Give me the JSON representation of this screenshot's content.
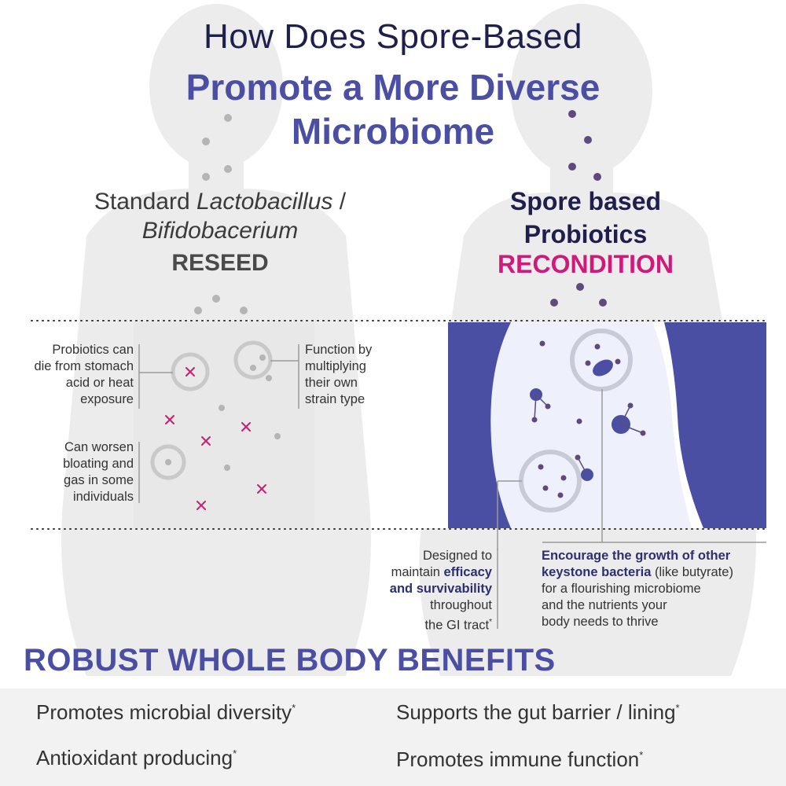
{
  "title": {
    "line1": "How Does Spore-Based",
    "line2": "Promote a More Diverse",
    "line3": "Microbiome"
  },
  "left": {
    "heading_line1": "Standard ",
    "heading_line1_italic": "Lactobacillus",
    "heading_line1_end": " /",
    "heading_line2": "Bifidobacerium",
    "label": "RESEED",
    "notes": [
      [
        "Probiotics can",
        "die from stomach",
        "acid or heat",
        "exposure"
      ],
      [
        "Can worsen",
        "bloating and",
        "gas in some",
        "individuals"
      ],
      [
        "Function by",
        "multiplying",
        "their own",
        "strain type"
      ]
    ]
  },
  "right": {
    "heading_line1": "Spore based",
    "heading_line2": "Probiotics",
    "label": "RECONDITION",
    "note_left": {
      "l1": "Designed to",
      "l2a": "maintain ",
      "l2b": "efficacy",
      "l3": "and survivability",
      "l4": "throughout",
      "l5": "the GI tract",
      "l5_sup": "*"
    },
    "note_right": {
      "l1": "Encourage the growth of other",
      "l2a": "keystone bacteria",
      "l2b": " (like butyrate)",
      "l3": "for a flourishing microbiome",
      "l4": "and the nutrients your",
      "l5": "body needs to thrive"
    }
  },
  "benefits": {
    "title": "ROBUST WHOLE  BODY BENEFITS",
    "items": [
      {
        "text": "Promotes microbial diversity",
        "sup": "*"
      },
      {
        "text": "Supports the gut barrier / lining",
        "sup": "*"
      },
      {
        "text": "Antioxidant producing",
        "sup": "*"
      },
      {
        "text": "Promotes immune function",
        "sup": "*"
      }
    ]
  },
  "colors": {
    "navy": "#1f1f4b",
    "indigo": "#4a4fa3",
    "magenta": "#d0197a",
    "silhouette": "#ececec",
    "dot_grey": "#b5b5b5",
    "dot_purple": "#5e4a7c"
  }
}
